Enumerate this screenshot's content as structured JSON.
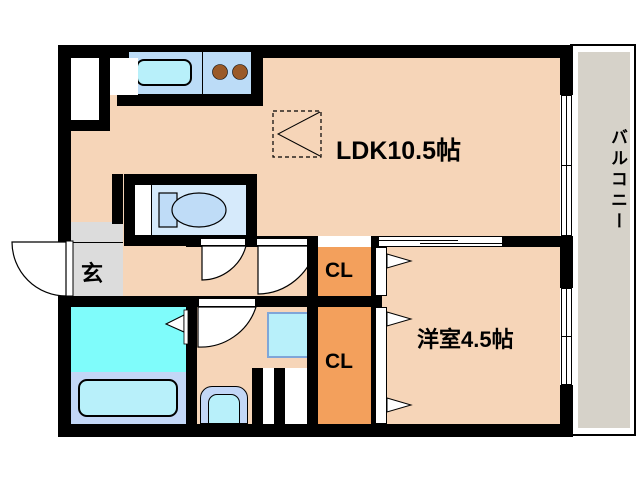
{
  "plan": {
    "title": "apartment-floor-plan",
    "rooms": [
      {
        "key": "ldk",
        "label": "LDK10.5帖",
        "name": "ldk-label"
      },
      {
        "key": "bedroom",
        "label": "洋室4.5帖",
        "name": "bedroom-label"
      },
      {
        "key": "closet1",
        "label": "CL",
        "name": "closet-upper-label"
      },
      {
        "key": "closet2",
        "label": "CL",
        "name": "closet-lower-label"
      },
      {
        "key": "genkan",
        "label": "玄",
        "name": "entrance-label"
      },
      {
        "key": "balcony",
        "label": "バルコニー",
        "name": "balcony-label"
      }
    ],
    "labels": {
      "ldk": "LDK10.5帖",
      "bedroom": "洋室4.5帖",
      "closet_upper": "CL",
      "closet_lower": "CL",
      "entrance": "玄",
      "balcony": "バルコニー"
    },
    "colors": {
      "wall": "#000000",
      "floor": "#f6d5b8",
      "closet": "#f3a05c",
      "balcony_tile": "#d6d2c9",
      "entrance": "#dcdcdc",
      "water_fixture": "#d6eafb",
      "bath_area": "#7ffcfb",
      "bathtub": "#c3d7f7",
      "kitchen_counter": "#bcdcf7",
      "burner": "#9a5a28",
      "background": "#ffffff"
    },
    "fixtures": [
      {
        "name": "kitchen-sink"
      },
      {
        "name": "stove-burner-left"
      },
      {
        "name": "stove-burner-right"
      },
      {
        "name": "toilet-bowl"
      },
      {
        "name": "toilet-tank"
      },
      {
        "name": "bathtub"
      },
      {
        "name": "wash-basin"
      },
      {
        "name": "washer-space"
      }
    ],
    "openings": [
      {
        "name": "entrance-door"
      },
      {
        "name": "hall-door-left"
      },
      {
        "name": "hall-door-right"
      },
      {
        "name": "washroom-door"
      },
      {
        "name": "balcony-window-upper"
      },
      {
        "name": "balcony-window-lower"
      },
      {
        "name": "bedroom-closet-sliding-door"
      }
    ]
  }
}
